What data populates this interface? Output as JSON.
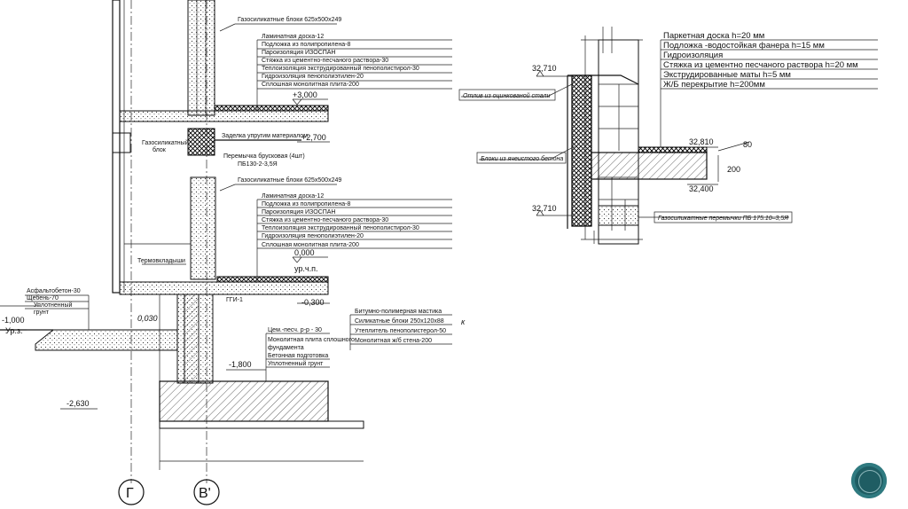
{
  "left_section": {
    "top_floor_labels": [
      "Газосиликатные блоки 625х500х249",
      "Ламинатная доска-12",
      "Подложка из полипропилена-8",
      "Пароизоляция ИЗОСПАН",
      "Стяжка из цементно-песчаного раствора-30",
      "Теплоизоляция экструдированный пенополистирол-30",
      "Гидроизоляция пенополиэтилен-20",
      "Сплошная монолитная плита-200"
    ],
    "level_top": "+3,000",
    "lintel_labels": [
      "Заделка упругим материалом",
      "Перемычка брусковая (4шт)",
      "ПБ130-2-3,5Я"
    ],
    "level_lintel": "+2,700",
    "block_label": [
      "Газосиликатный",
      "блок"
    ],
    "ground_floor_labels": [
      "Газосиликатные блоки 625х500х249",
      "Ламинатная доска-12",
      "Подложка из полипропилена-8",
      "Пароизоляция ИЗОСПАН",
      "Стяжка из цементно-песчаного раствора-30",
      "Теплоизоляция экструдированный пенополистирол-30",
      "Гидроизоляция пенополиэтилен-20",
      "Сплошная монолитная плита-200"
    ],
    "level_zero": "0,000",
    "level_zero_sub": "ур.ч.п.",
    "thermal_inserts": "Термовкладыши",
    "ggi": "ГГИ-1",
    "level_minus_300": "-0,300",
    "pavement_labels": [
      "Асфальтобетон-30",
      "Щебень-70",
      "Уплотненный",
      "грунт"
    ],
    "level_ground": "-1,000",
    "level_ground_sub": "Ур.з.",
    "slope": "0,030",
    "wall_labels": [
      "Битумно-полимерная мастика",
      "Силикатные блоки 250х120х88",
      "Утеплитель пенополистерол-50",
      "Монолитная ж/б стена-200"
    ],
    "foundation_labels": [
      "Цем.-песч. р-р - 30",
      "Монолитная плита сплошного",
      "фундамента",
      "Бетонная подготовка",
      "Уплотненный грунт"
    ],
    "level_foundation": "-1,800",
    "level_bottom": "-2,630",
    "axis_g": "Г",
    "axis_v": "В'",
    "stray_mark": "к"
  },
  "right_section": {
    "floor_labels": [
      "Паркетная доска h=20 мм",
      "Подложка -водостойкая фанера h=15 мм",
      "Гидроизоляция",
      "Стяжка из цементно песчаного раствора h=20 мм",
      "Экструдированные  маты h=5 мм",
      "Ж/Б перекрытие h=200мм"
    ],
    "level_top": "32,710",
    "level_bottom": "32,710",
    "flashing_label": "Отлив из оцинкованой стали",
    "block_label": "Блоки из ячеистого бетона",
    "level_floor": "32,810",
    "level_slab": "32,400",
    "dim_80": "80",
    "dim_200": "200",
    "lintel_label": "Газосиликатные перемычки ПБ 175.10–3,5Я"
  },
  "colors": {
    "line": "#111111",
    "seal": "#1f5d63"
  }
}
